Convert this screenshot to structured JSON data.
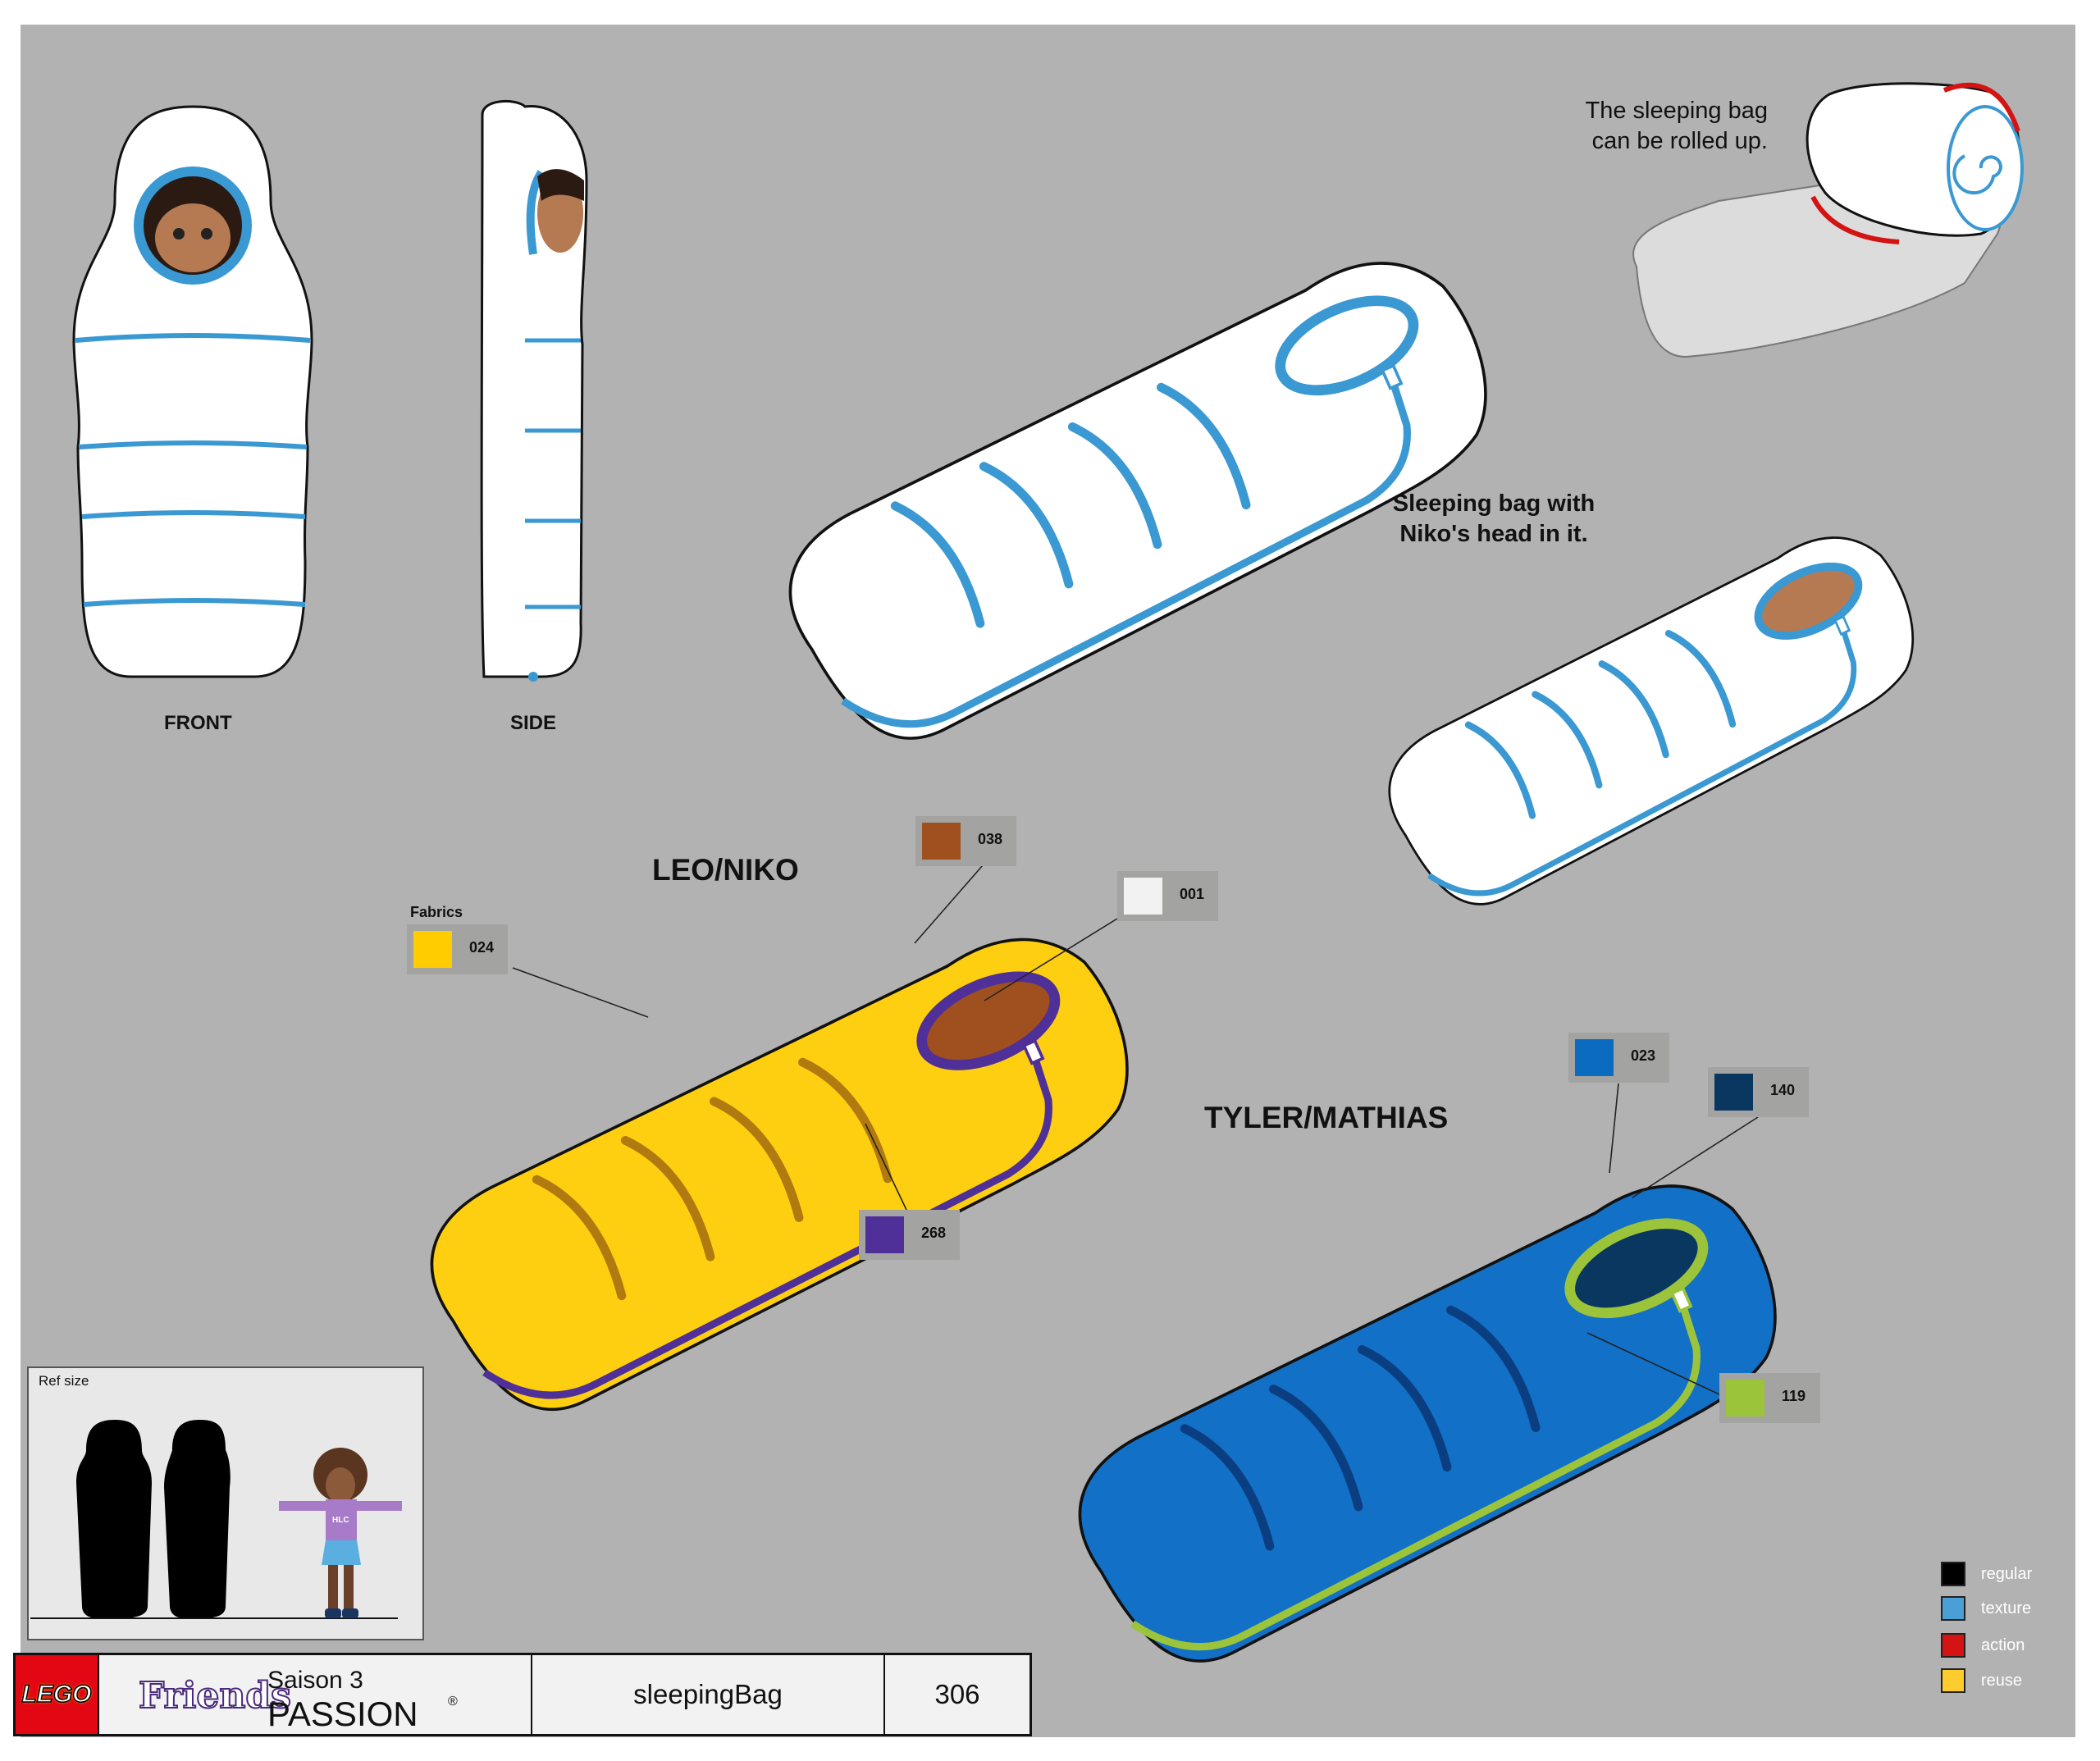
{
  "views": {
    "front_label": "FRONT",
    "side_label": "SIDE"
  },
  "notes": {
    "rolled_line1": "The sleeping bag",
    "rolled_line2": "can be rolled up.",
    "head_line1": "Sleeping bag with",
    "head_line2": "Niko's head in it."
  },
  "variants": [
    {
      "title": "LEO/NIKO",
      "fabrics_label": "Fabrics",
      "swatches": [
        {
          "code": "024",
          "color": "#ffcc00"
        },
        {
          "code": "038",
          "color": "#a0501e"
        },
        {
          "code": "001",
          "color": "#f2f2f2"
        },
        {
          "code": "268",
          "color": "#4f2f98"
        }
      ]
    },
    {
      "title": "TYLER/MATHIAS",
      "swatches": [
        {
          "code": "023",
          "color": "#0a6bc0"
        },
        {
          "code": "140",
          "color": "#0a3760"
        },
        {
          "code": "119",
          "color": "#9cc43a"
        }
      ]
    }
  ],
  "ref": {
    "label": "Ref size",
    "figure_shirt": "HLC"
  },
  "legend": [
    {
      "label": "regular",
      "color": "#000000"
    },
    {
      "label": "texture",
      "color": "#4aa0d5"
    },
    {
      "label": "action",
      "color": "#d41313"
    },
    {
      "label": "reuse",
      "color": "#ffcc2e"
    }
  ],
  "titlebar": {
    "logo_lego": "LEGO",
    "logo_friends": "Friends",
    "season": "Saison 3",
    "theme": "PASSION",
    "asset_name": "sleepingBag",
    "number": "306"
  }
}
